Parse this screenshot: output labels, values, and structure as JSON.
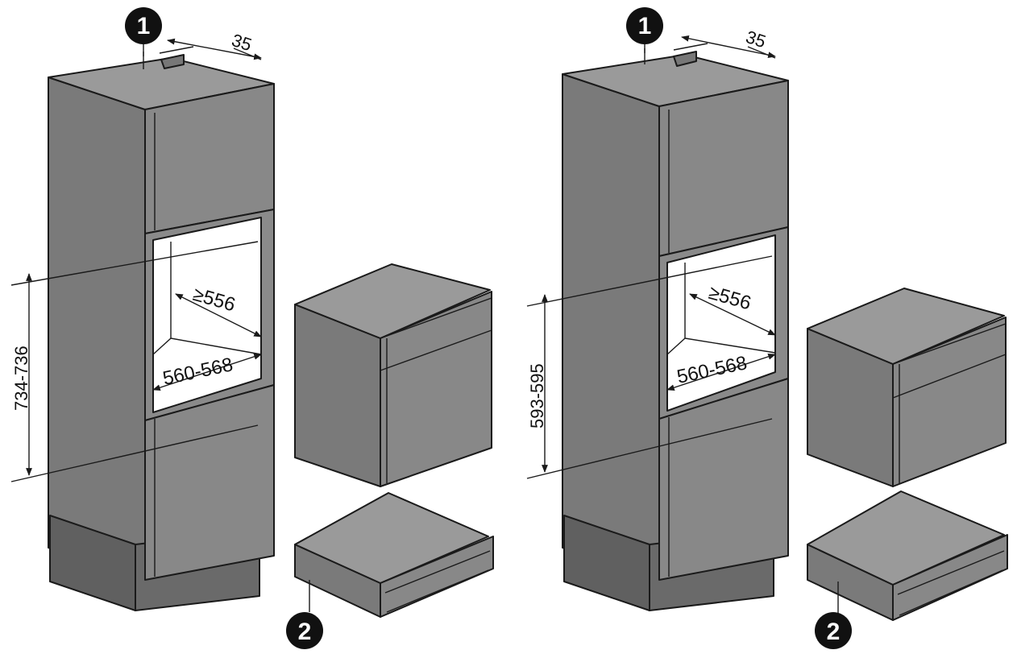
{
  "colors": {
    "background": "#ffffff",
    "front": "#888888",
    "side": "#7a7a7a",
    "top": "#9a9a9a",
    "dark": "#606060",
    "niche": "#ffffff",
    "ink": "#1a1a1a"
  },
  "left_figure": {
    "top_depth": "35",
    "niche_depth": "≥556",
    "niche_width": "560-568",
    "niche_height": "734-736",
    "badge_top": "1",
    "badge_bottom": "2"
  },
  "right_figure": {
    "top_depth": "35",
    "niche_depth": "≥556",
    "niche_width": "560-568",
    "niche_height": "593-595",
    "badge_top": "1",
    "badge_bottom": "2"
  }
}
